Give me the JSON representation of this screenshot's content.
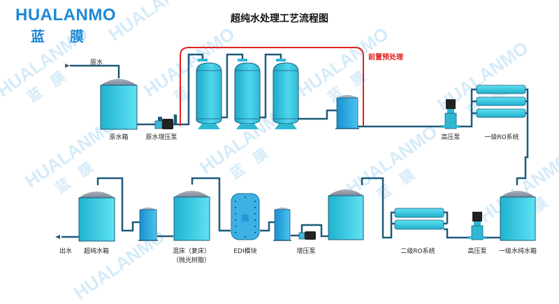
{
  "logo": {
    "en": "HUALANMO",
    "cn_left": "蓝",
    "cn_right": "膜",
    "color": "#1e88d6"
  },
  "title": "超纯水处理工艺流程图",
  "pretreatment_label": "前置预处理",
  "labels": {
    "raw_water_in": "原水",
    "raw_water_tank": "原水箱",
    "raw_water_booster_pump": "原水增压泵",
    "high_pressure_pump_1": "高压泵",
    "ro_stage1": "一级RO系统",
    "stage1_pure_tank": "一级水纯水箱",
    "high_pressure_pump_2": "高压泵",
    "ro_stage2": "二级RO系统",
    "booster_pump": "增压泵",
    "edi_module": "EDI模块",
    "mixed_bed_line1": "混床（复床）",
    "mixed_bed_line2": "（抛光树脂）",
    "ultrapure_tank": "超纯水箱",
    "water_out": "出水"
  },
  "watermark": {
    "en": "HUALANMO",
    "cn": "蓝膜"
  },
  "colors": {
    "pipe": "#1d5a7a",
    "pretreatment_line": "#e0201f",
    "tank_fill": "#2fc4dc",
    "dome": "#8f9aa8"
  }
}
